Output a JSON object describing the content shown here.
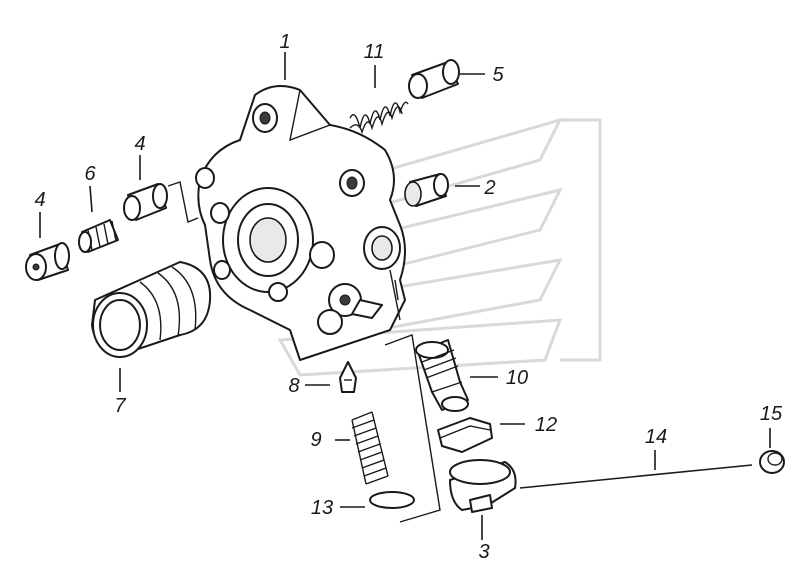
{
  "callouts": {
    "c1": "1",
    "c2": "2",
    "c3": "3",
    "c4a": "4",
    "c4b": "4",
    "c5": "5",
    "c6": "6",
    "c7": "7",
    "c8": "8",
    "c9": "9",
    "c10": "10",
    "c11": "11",
    "c12": "12",
    "c13": "13",
    "c14": "14",
    "c15": "15"
  },
  "colors": {
    "ink": "#1a1a1a",
    "watermark": "#d9d9d9",
    "background": "#ffffff"
  }
}
